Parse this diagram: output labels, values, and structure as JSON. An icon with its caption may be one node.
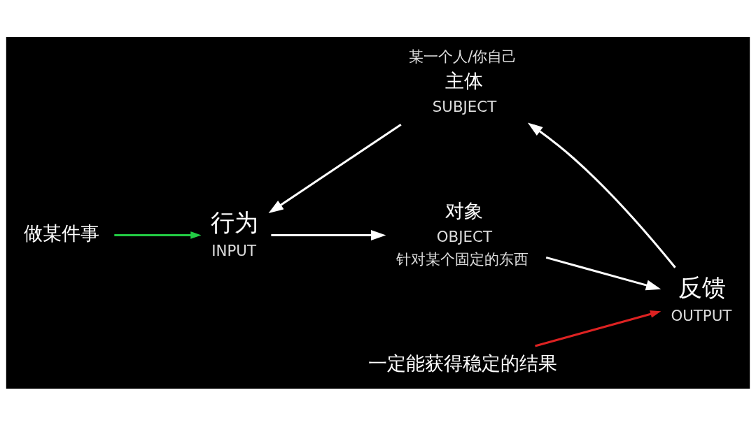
{
  "diagram": {
    "nodes": [
      {
        "text": [
          "主体"
        ],
        "beside": [
          "某一个人/你自己",
          "SUBJECT"
        ]
      },
      {
        "text": [
          "行为"
        ],
        "beside": [
          "INPUT"
        ]
      },
      {
        "text": [
          "对象"
        ],
        "beside": [
          "OBJECT",
          "针对某个固定的东西"
        ]
      },
      {
        "text": [
          "反馈"
        ],
        "beside": [
          "OUTPUT"
        ]
      },
      {
        "text": [
          "做某件事"
        ]
      },
      {
        "text": [
          "一定能获得稳定的结果"
        ]
      }
    ],
    "edges": [
      {
        "from": 0,
        "to": 1,
        "arrow": "to"
      },
      {
        "from": 1,
        "to": 2,
        "arrow": "to"
      },
      {
        "from": 2,
        "to": 3,
        "arrow": "to"
      },
      {
        "from": 3,
        "to": 0,
        "arrow": "to"
      },
      {
        "from": 4,
        "to": 1,
        "arrow": "to",
        "color": "#22cc44"
      },
      {
        "from": 5,
        "to": 3,
        "arrow": "to",
        "color": "#dd2222"
      }
    ]
  }
}
